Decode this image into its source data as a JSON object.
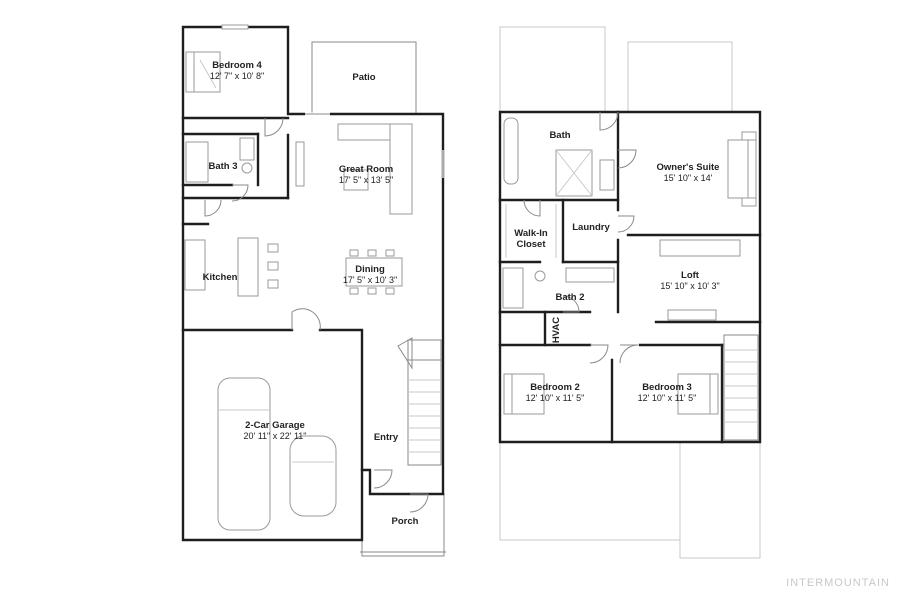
{
  "rooms": {
    "bedroom4": {
      "name": "Bedroom 4",
      "size": "12' 7\" x 10' 8\""
    },
    "patio": {
      "name": "Patio"
    },
    "bath3": {
      "name": "Bath 3"
    },
    "great_room": {
      "name": "Great Room",
      "size": "17' 5\" x 13' 5\""
    },
    "kitchen": {
      "name": "Kitchen"
    },
    "dining": {
      "name": "Dining",
      "size": "17' 5\" x 10' 3\""
    },
    "garage": {
      "name": "2-Car Garage",
      "size": "20' 11\" x 22' 11\""
    },
    "entry": {
      "name": "Entry"
    },
    "porch": {
      "name": "Porch"
    },
    "bath": {
      "name": "Bath"
    },
    "owners_suite": {
      "name": "Owner's Suite",
      "size": "15' 10\" x 14'"
    },
    "walk_in_closet": {
      "name1": "Walk-In",
      "name2": "Closet"
    },
    "laundry": {
      "name": "Laundry"
    },
    "loft": {
      "name": "Loft",
      "size": "15' 10\" x 10' 3\""
    },
    "bath2": {
      "name": "Bath 2"
    },
    "hvac": {
      "name": "HVAC"
    },
    "bedroom2": {
      "name": "Bedroom 2",
      "size": "12' 10\" x 11' 5\""
    },
    "bedroom3": {
      "name": "Bedroom 3",
      "size": "12' 10\" x 11' 5\""
    }
  },
  "watermark": "INTERMOUNTAIN"
}
